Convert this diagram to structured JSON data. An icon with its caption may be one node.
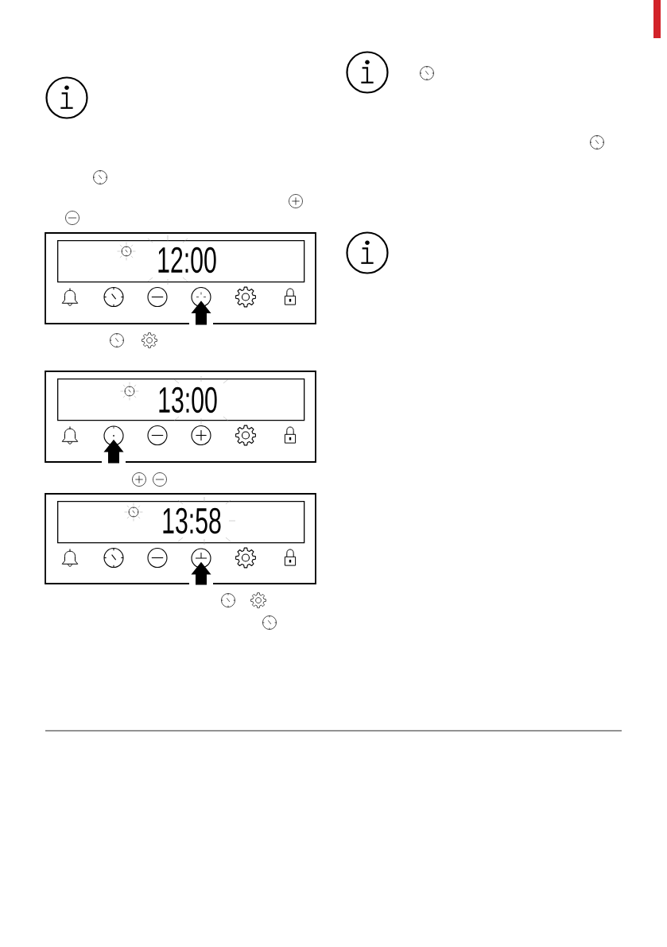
{
  "diagram": {
    "nodes": [
      {
        "text": [],
        "shape": "box"
      },
      {
        "text": [
          "12:00"
        ],
        "in": 0
      },
      {
        "text": [],
        "shape": "circle",
        "in": 0
      },
      {
        "text": [],
        "shape": "box"
      },
      {
        "text": [
          "13:00"
        ],
        "in": 3
      },
      {
        "text": [],
        "shape": "circle",
        "in": 3
      },
      {
        "text": [],
        "shape": "box"
      },
      {
        "text": [
          "13:58"
        ],
        "in": 6
      },
      {
        "text": [],
        "shape": "circle",
        "in": 6
      }
    ],
    "edges": [
      {
        "from": null,
        "to": 2,
        "arrow": "to"
      },
      {
        "from": null,
        "to": 5,
        "arrow": "to"
      },
      {
        "from": null,
        "to": 8,
        "arrow": "to"
      }
    ]
  }
}
